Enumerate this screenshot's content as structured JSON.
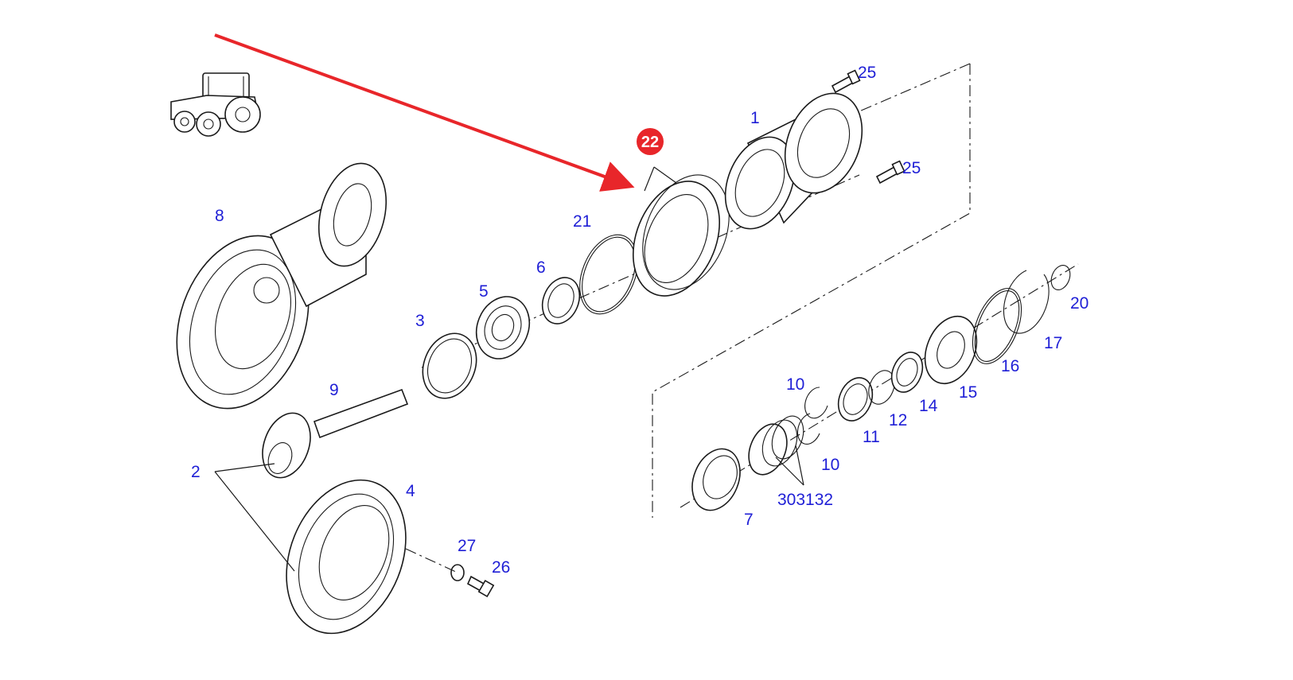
{
  "colors": {
    "callout_text": "#1f1fd6",
    "highlight_badge": "#e8262a",
    "highlight_arrow": "#e8262a",
    "line_art": "#1a1a1a"
  },
  "highlighted_part": "22",
  "callouts": {
    "c1": "1",
    "c2": "2",
    "c3": "3",
    "c4": "4",
    "c5": "5",
    "c6": "6",
    "c7": "7",
    "c8": "8",
    "c9": "9",
    "c10a": "10",
    "c10b": "10",
    "c11": "11",
    "c12": "12",
    "c14": "14",
    "c15": "15",
    "c16": "16",
    "c17": "17",
    "c20": "20",
    "c21": "21",
    "c25a": "25",
    "c25b": "25",
    "c26": "26",
    "c27": "27",
    "c303132": "303132"
  },
  "icons": {
    "vehicle": "tractor-icon"
  }
}
